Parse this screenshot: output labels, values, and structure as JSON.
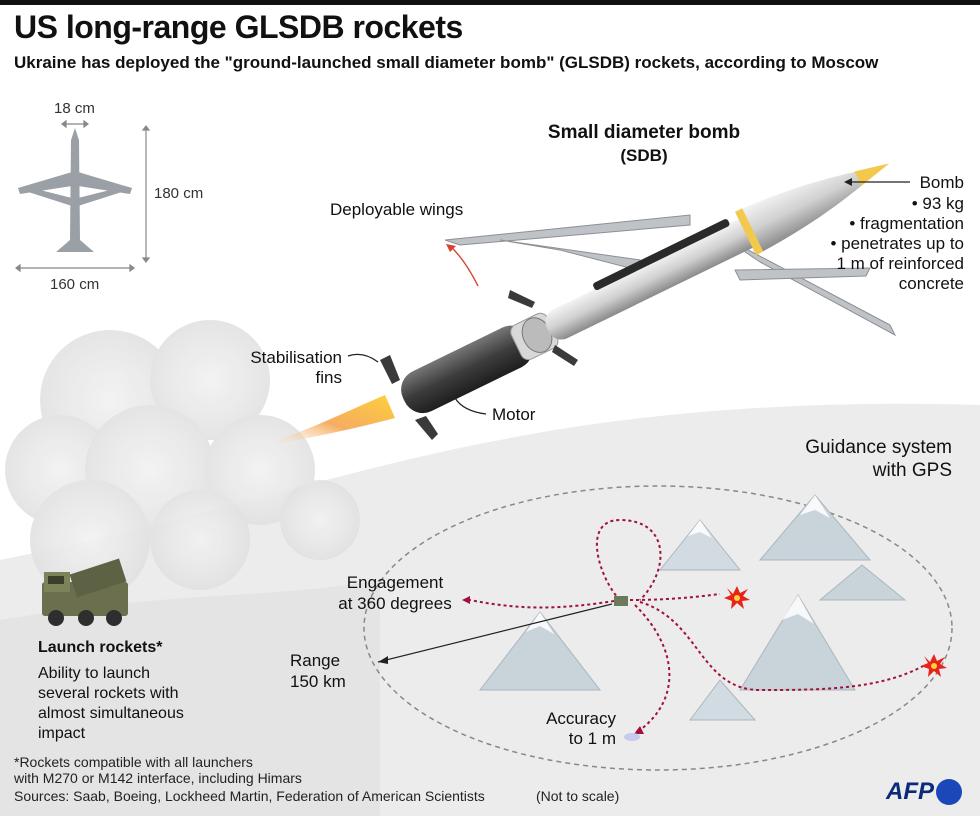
{
  "header": {
    "title": "US long-range GLSDB rockets",
    "subtitle": "Ukraine has deployed the \"ground-launched small diameter bomb\" (GLSDB) rockets, according to Moscow"
  },
  "dimensions": {
    "width": "18 cm",
    "length": "180 cm",
    "wingspan": "160 cm"
  },
  "sdb": {
    "title_line1": "Small diameter bomb",
    "title_line2": "(SDB)"
  },
  "parts": {
    "wings": "Deployable wings",
    "fins_line1": "Stabilisation",
    "fins_line2": "fins",
    "motor": "Motor",
    "bomb_title": "Bomb",
    "bomb_lines": [
      "• 93 kg",
      "• fragmentation",
      "• penetrates up to",
      "1 m of reinforced",
      "concrete"
    ]
  },
  "guidance": {
    "title_line1": "Guidance system",
    "title_line2": "with GPS",
    "engagement_line1": "Engagement",
    "engagement_line2": "at 360 degrees",
    "range_line1": "Range",
    "range_line2": "150 km",
    "accuracy_line1": "Accuracy",
    "accuracy_line2": "to 1 m"
  },
  "launcher": {
    "title": "Launch rockets*",
    "desc": [
      "Ability to launch",
      "several rockets with",
      "almost simultaneous",
      "impact"
    ]
  },
  "footer": {
    "note_line1": "*Rockets compatible with all launchers",
    "note_line2": "with M270 or M142 interface, including Himars",
    "sources": "Sources: Saab, Boeing, Lockheed Martin, Federation of American Scientists",
    "scale": "(Not to scale)",
    "logo": "AFP"
  },
  "colors": {
    "bomb_nose": "#f2c94c",
    "trajectory": "#a0123c",
    "explosion": "#e8231a",
    "logo": "#0b2a7a"
  }
}
